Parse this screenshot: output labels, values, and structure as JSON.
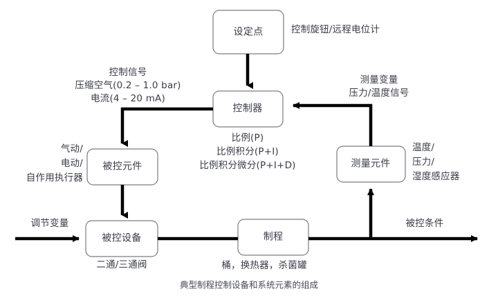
{
  "diagram": {
    "title": "典型制程控制设备和系统元素的组成",
    "stroke_color": "#000000",
    "box_stroke_color": "#7a7a86",
    "text_color": "#3b3b4a",
    "background": "#ffffff",
    "nodes": {
      "setpoint": {
        "label": "设定点"
      },
      "controller": {
        "label": "控制器"
      },
      "controlled_element": {
        "label": "被控元件"
      },
      "measuring_element": {
        "label": "测量元件"
      },
      "controlled_equipment": {
        "label": "被控设备"
      },
      "process": {
        "label": "制程"
      }
    },
    "annotations": {
      "setpoint_note": "控制旋钮/远程电位计",
      "control_signal_line1": "控制信号",
      "control_signal_line2": "压缩空气(0.2 – 1.0 bar)",
      "control_signal_line3": "电流(4 – 20 mA)",
      "measured_variable_line1": "测量变量",
      "measured_variable_line2": "压力/温度信号",
      "actuator_line1": "气动/",
      "actuator_line2": "电动/",
      "actuator_line3": "自作用执行器",
      "sensor_line1": "温度/",
      "sensor_line2": "压力/",
      "sensor_line3": "湿度感应器",
      "controller_mode_line1": "比例(P)",
      "controller_mode_line2": "比例积分(P+I)",
      "controller_mode_line3": "比例积分微分(P+I+D)",
      "manipulated_variable": "调节变量",
      "controlled_condition": "被控条件",
      "valve_note": "二通/三通阀",
      "process_note": "桶，换热器，杀菌罐"
    }
  }
}
